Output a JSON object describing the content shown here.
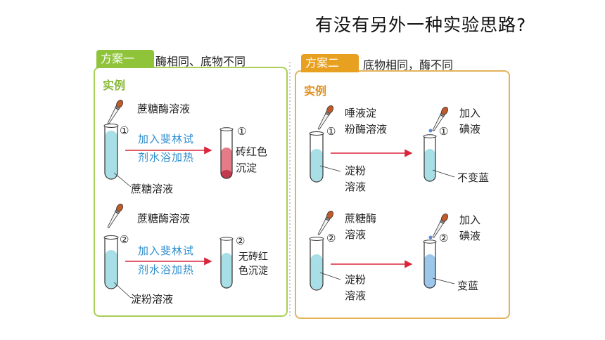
{
  "title": "有没有另外一种实验思路?",
  "left": {
    "tab": "方案一",
    "desc": "酶相同、底物不同",
    "example": "实例",
    "row1": {
      "circle": "①",
      "enzyme": "蔗糖酶溶液",
      "step": [
        "加入斐林试",
        "剂水浴加热"
      ],
      "substrate": "蔗糖溶液",
      "result": [
        "砖红色",
        "沉淀"
      ]
    },
    "row2": {
      "circle": "②",
      "enzyme": "蔗糖酶溶液",
      "step": [
        "加入斐林试",
        "剂水浴加热"
      ],
      "substrate": "淀粉溶液",
      "result": [
        "无砖红",
        "色沉淀"
      ]
    }
  },
  "right": {
    "tab": "方案二",
    "desc": "底物相同，酶不同",
    "example": "实例",
    "row1": {
      "circle": "①",
      "enzyme": [
        "唾液淀",
        "粉酶溶液"
      ],
      "substrate": [
        "淀粉",
        "溶液"
      ],
      "add": [
        "加入",
        "碘液"
      ],
      "result": "不变蓝"
    },
    "row2": {
      "circle": "②",
      "enzyme": [
        "蔗糖酶",
        "溶液"
      ],
      "substrate": [
        "淀粉",
        "溶液"
      ],
      "add": [
        "加入",
        "碘液"
      ],
      "result": "变蓝"
    }
  },
  "colors": {
    "green": "#8fc43a",
    "orange": "#e8a020",
    "blue_text": "#2d8ed0",
    "arrow": "#d9263a",
    "liquid": "#a8dfe6",
    "red_liquid": "#e57b86"
  }
}
